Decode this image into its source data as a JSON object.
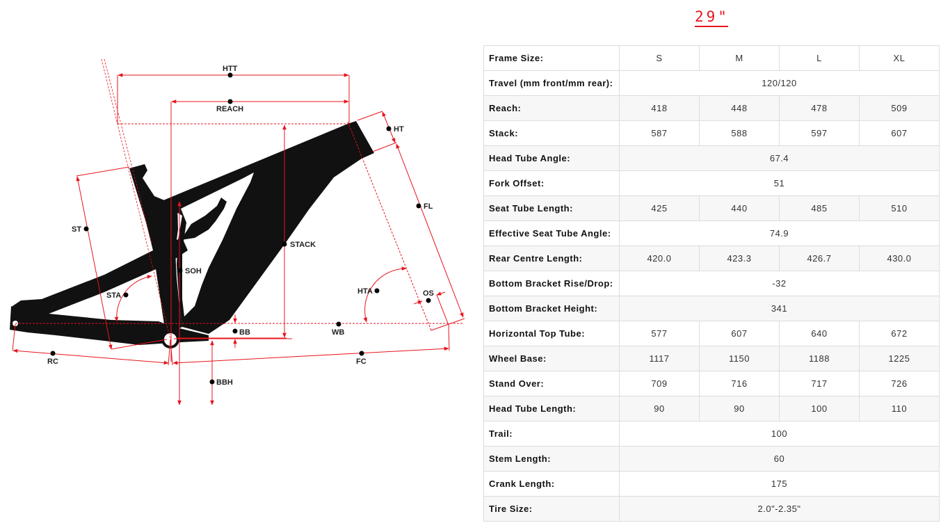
{
  "wheel_size_tab": "29\"",
  "colors": {
    "accent": "#e8141c",
    "frame": "#111111",
    "border": "#dcdcdc",
    "row_alt": "#f7f7f7"
  },
  "diagram": {
    "labels": {
      "htt": "HTT",
      "reach": "REACH",
      "ht": "HT",
      "fl": "FL",
      "st": "ST",
      "stack": "STACK",
      "soh": "SOH",
      "sta": "STA",
      "hta": "HTA",
      "os": "OS",
      "bb": "BB",
      "wb": "WB",
      "rc": "RC",
      "fc": "FC",
      "bbh": "BBH"
    }
  },
  "table": {
    "header": {
      "label": "Frame Size:",
      "sizes": [
        "S",
        "M",
        "L",
        "XL"
      ]
    },
    "rows": [
      {
        "label": "Travel (mm front/mm rear):",
        "span": "120/120"
      },
      {
        "label": "Reach:",
        "values": [
          "418",
          "448",
          "478",
          "509"
        ]
      },
      {
        "label": "Stack:",
        "values": [
          "587",
          "588",
          "597",
          "607"
        ]
      },
      {
        "label": "Head Tube Angle:",
        "span": "67.4"
      },
      {
        "label": "Fork Offset:",
        "span": "51"
      },
      {
        "label": "Seat Tube Length:",
        "values": [
          "425",
          "440",
          "485",
          "510"
        ]
      },
      {
        "label": "Effective Seat Tube Angle:",
        "span": "74.9"
      },
      {
        "label": "Rear Centre Length:",
        "values": [
          "420.0",
          "423.3",
          "426.7",
          "430.0"
        ]
      },
      {
        "label": "Bottom Bracket Rise/Drop:",
        "span": "-32"
      },
      {
        "label": "Bottom Bracket Height:",
        "span": "341"
      },
      {
        "label": "Horizontal Top Tube:",
        "values": [
          "577",
          "607",
          "640",
          "672"
        ]
      },
      {
        "label": "Wheel Base:",
        "values": [
          "1117",
          "1150",
          "1188",
          "1225"
        ]
      },
      {
        "label": "Stand Over:",
        "values": [
          "709",
          "716",
          "717",
          "726"
        ]
      },
      {
        "label": "Head Tube Length:",
        "values": [
          "90",
          "90",
          "100",
          "110"
        ]
      },
      {
        "label": "Trail:",
        "span": "100"
      },
      {
        "label": "Stem Length:",
        "span": "60"
      },
      {
        "label": "Crank Length:",
        "span": "175"
      },
      {
        "label": "Tire Size:",
        "span": "2.0\"-2.35\""
      }
    ]
  }
}
